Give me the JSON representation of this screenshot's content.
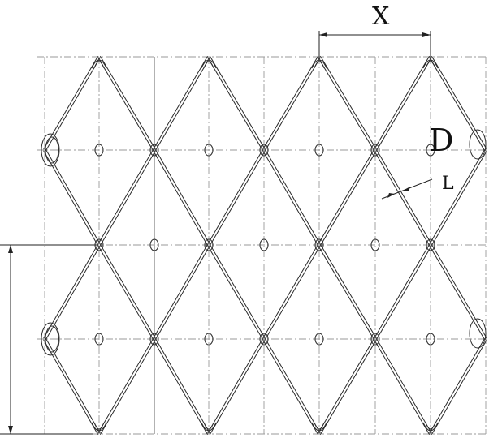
{
  "labels": {
    "x": "X",
    "d": "D",
    "l": "L"
  },
  "colors": {
    "wire": "#2a2a2a",
    "grid": "#9a9a9a",
    "text": "#111111"
  }
}
